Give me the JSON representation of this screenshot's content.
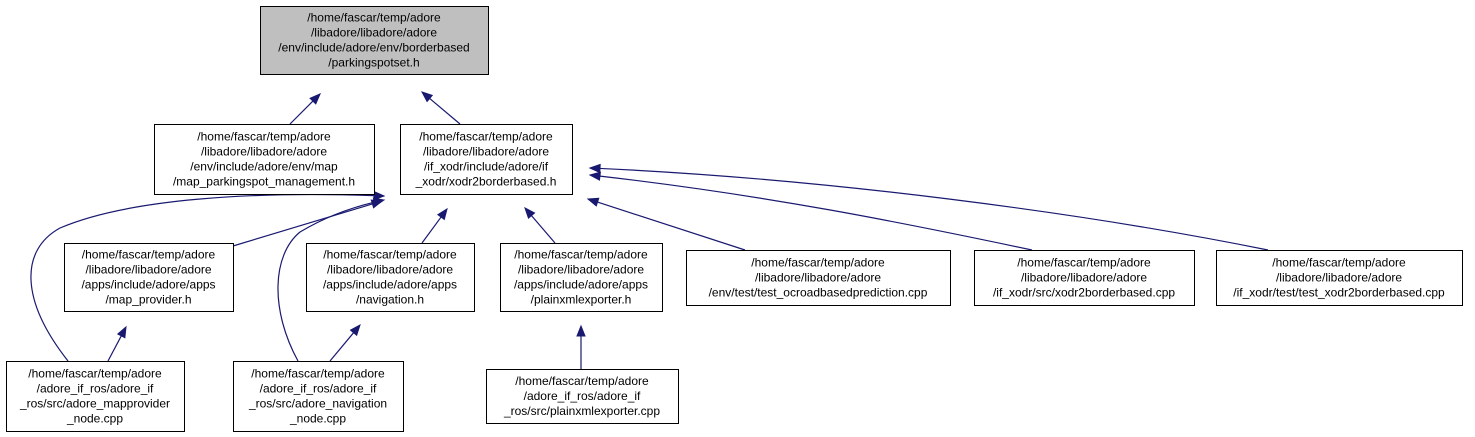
{
  "diagram": {
    "nodes": [
      {
        "id": "root",
        "root": true,
        "lines": [
          "/home/fascar/temp/adore",
          "/libadore/libadore/adore",
          "/env/include/adore/env/borderbased",
          "/parkingspotset.h"
        ]
      },
      {
        "id": "map_mgmt",
        "lines": [
          "/home/fascar/temp/adore",
          "/libadore/libadore/adore",
          "/env/include/adore/env/map",
          "/map_parkingspot_management.h"
        ]
      },
      {
        "id": "xodr2bb_h",
        "lines": [
          "/home/fascar/temp/adore",
          "/libadore/libadore/adore",
          "/if_xodr/include/adore/if",
          "_xodr/xodr2borderbased.h"
        ]
      },
      {
        "id": "map_provider_h",
        "lines": [
          "/home/fascar/temp/adore",
          "/libadore/libadore/adore",
          "/apps/include/adore/apps",
          "/map_provider.h"
        ]
      },
      {
        "id": "navigation_h",
        "lines": [
          "/home/fascar/temp/adore",
          "/libadore/libadore/adore",
          "/apps/include/adore/apps",
          "/navigation.h"
        ]
      },
      {
        "id": "plainxml_h",
        "lines": [
          "/home/fascar/temp/adore",
          "/libadore/libadore/adore",
          "/apps/include/adore/apps",
          "/plainxmlexporter.h"
        ]
      },
      {
        "id": "test_ocroad",
        "lines": [
          "/home/fascar/temp/adore",
          "/libadore/libadore/adore",
          "/env/test/test_ocroadbasedprediction.cpp"
        ]
      },
      {
        "id": "xodr2bb_cpp",
        "lines": [
          "/home/fascar/temp/adore",
          "/libadore/libadore/adore",
          "/if_xodr/src/xodr2borderbased.cpp"
        ]
      },
      {
        "id": "test_xodr2bb",
        "lines": [
          "/home/fascar/temp/adore",
          "/libadore/libadore/adore",
          "/if_xodr/test/test_xodr2borderbased.cpp"
        ]
      },
      {
        "id": "mapprovider_node",
        "lines": [
          "/home/fascar/temp/adore",
          "/adore_if_ros/adore_if",
          "_ros/src/adore_mapprovider",
          "_node.cpp"
        ]
      },
      {
        "id": "navigation_node",
        "lines": [
          "/home/fascar/temp/adore",
          "/adore_if_ros/adore_if",
          "_ros/src/adore_navigation",
          "_node.cpp"
        ]
      },
      {
        "id": "plainxml_node",
        "lines": [
          "/home/fascar/temp/adore",
          "/adore_if_ros/adore_if",
          "_ros/src/plainxmlexporter.cpp"
        ]
      }
    ],
    "edges": [
      {
        "from": "map_mgmt",
        "to": "root"
      },
      {
        "from": "xodr2bb_h",
        "to": "root"
      },
      {
        "from": "map_provider_h",
        "to": "xodr2bb_h"
      },
      {
        "from": "navigation_h",
        "to": "xodr2bb_h"
      },
      {
        "from": "plainxml_h",
        "to": "xodr2bb_h"
      },
      {
        "from": "test_ocroad",
        "to": "xodr2bb_h"
      },
      {
        "from": "xodr2bb_cpp",
        "to": "xodr2bb_h"
      },
      {
        "from": "test_xodr2bb",
        "to": "xodr2bb_h"
      },
      {
        "from": "mapprovider_node",
        "to": "xodr2bb_h"
      },
      {
        "from": "navigation_node",
        "to": "xodr2bb_h"
      },
      {
        "from": "mapprovider_node",
        "to": "map_provider_h"
      },
      {
        "from": "navigation_node",
        "to": "navigation_h"
      },
      {
        "from": "plainxml_node",
        "to": "plainxml_h"
      }
    ],
    "colors": {
      "edge": "#191970",
      "root_fill": "#bfbfbf",
      "node_fill": "#ffffff",
      "border": "#000000"
    }
  }
}
